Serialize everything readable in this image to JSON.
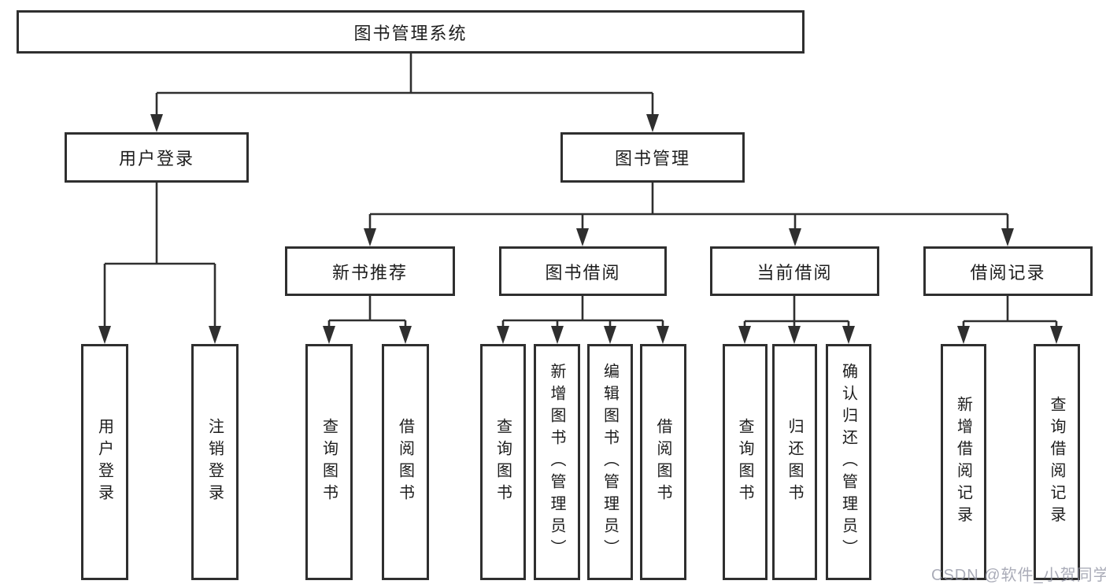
{
  "diagram": {
    "root": {
      "label": "图书管理系统"
    },
    "level2": [
      {
        "label": "用户登录"
      },
      {
        "label": "图书管理"
      }
    ],
    "level3": [
      {
        "label": "新书推荐"
      },
      {
        "label": "图书借阅"
      },
      {
        "label": "当前借阅"
      },
      {
        "label": "借阅记录"
      }
    ],
    "leaves": [
      {
        "label": "用户登录"
      },
      {
        "label": "注销登录"
      },
      {
        "label": "查询图书"
      },
      {
        "label": "借阅图书"
      },
      {
        "label": "查询图书"
      },
      {
        "label": "新增图书（管理员）"
      },
      {
        "label": "编辑图书（管理员）"
      },
      {
        "label": "借阅图书"
      },
      {
        "label": "查询图书"
      },
      {
        "label": "归还图书"
      },
      {
        "label": "确认归还（管理员）"
      },
      {
        "label": "新增借阅记录"
      },
      {
        "label": "查询借阅记录"
      }
    ]
  },
  "watermark": "CSDN @软件_小贺同学",
  "colors": {
    "line": "#2f2f2f",
    "box_border": "#2f2f2f",
    "box_fill": "#ffffff",
    "text": "#1d1d1d",
    "watermark": "#8e90a0"
  }
}
